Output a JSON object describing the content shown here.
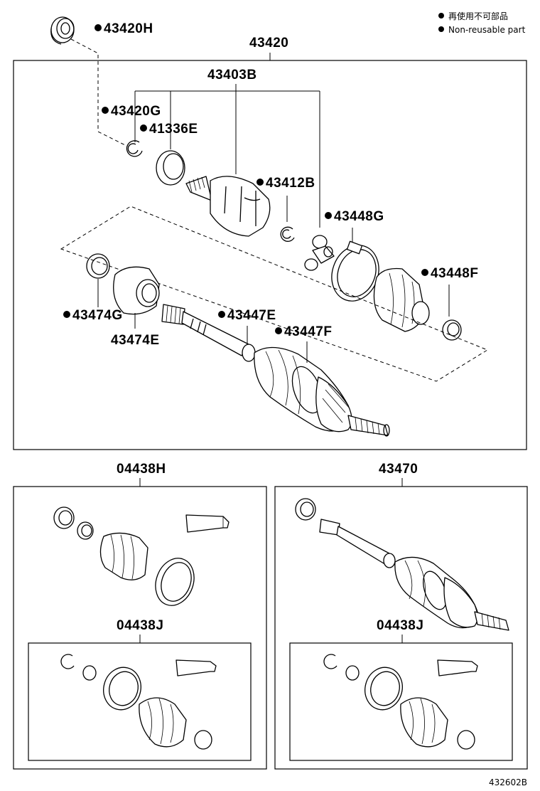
{
  "legend": {
    "line1": "再使用不可部品",
    "line2": "Non-reusable part"
  },
  "labels": {
    "p43420H": "43420H",
    "p43420": "43420",
    "p43403B": "43403B",
    "p43420G": "43420G",
    "p41336E": "41336E",
    "p43412B": "43412B",
    "p43448G": "43448G",
    "p43448F": "43448F",
    "p43474G": "43474G",
    "p43474E": "43474E",
    "p43447E": "43447E",
    "p43447F": "43447F",
    "p04438H": "04438H",
    "p43470": "43470",
    "p04438J_left": "04438J",
    "p04438J_right": "04438J"
  },
  "diagram_id": "432602B"
}
